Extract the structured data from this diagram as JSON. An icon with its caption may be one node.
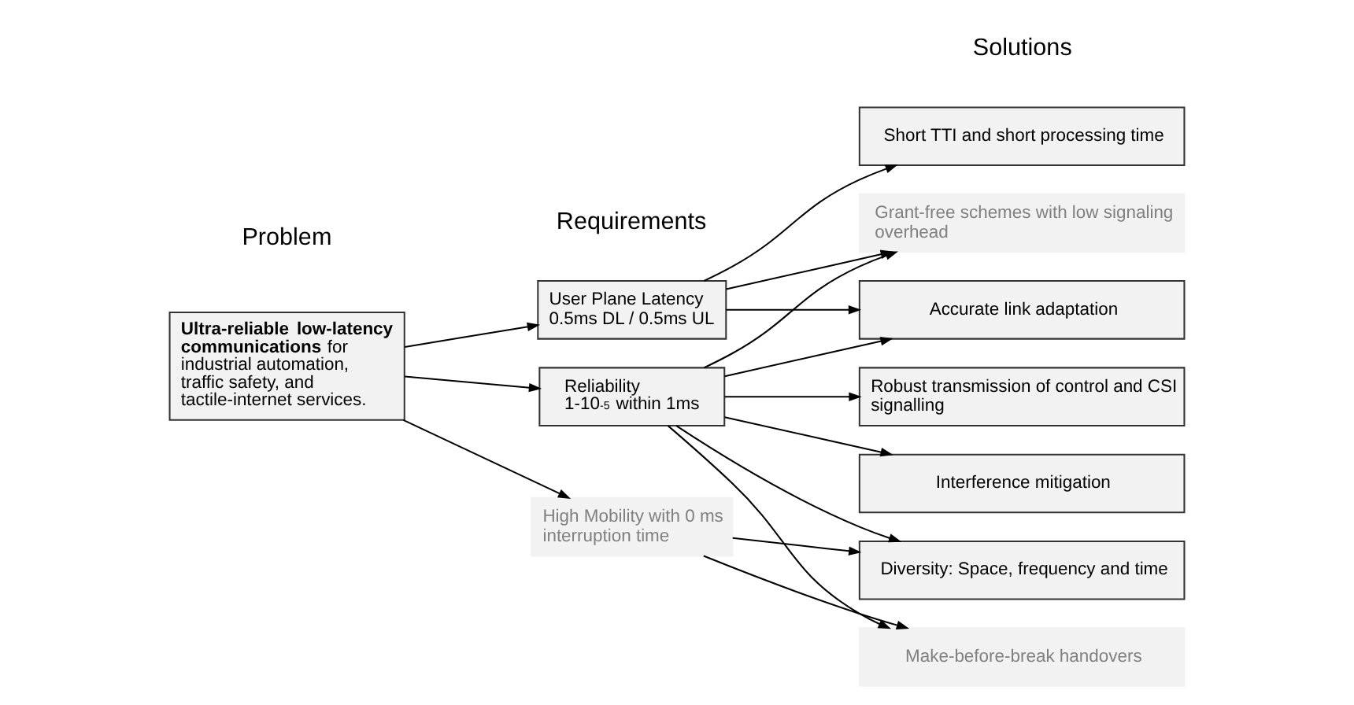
{
  "diagram": {
    "nodes": [
      {
        "text": [
          "**Ultra-reliable low-latency communications** for industrial automation, traffic safety, and tactile-internet services."
        ]
      },
      {
        "text": [
          "User Plane Latency",
          "0.5ms DL / 0.5ms UL"
        ]
      },
      {
        "text": [
          "Reliability",
          "1-10$^{-5}$ within 1ms"
        ]
      },
      {
        "text": [
          "High Mobility with 0 ms interruption time"
        ]
      },
      {
        "text": [
          "Short TTI and short processing time"
        ]
      },
      {
        "text": [
          "Grant-free schemes with low signaling overhead"
        ]
      },
      {
        "text": [
          "Accurate link adaptation"
        ]
      },
      {
        "text": [
          "Robust transmission of control and CSI signalling"
        ]
      },
      {
        "text": [
          "Interference mitigation"
        ]
      },
      {
        "text": [
          "Diversity: Space, frequency and time"
        ]
      },
      {
        "text": [
          "Make-before-break handovers"
        ]
      }
    ],
    "edges": [
      {
        "from": 0,
        "to": 1,
        "arrow": "to"
      },
      {
        "from": 0,
        "to": 2,
        "arrow": "to"
      },
      {
        "from": 0,
        "to": 3,
        "arrow": "to"
      },
      {
        "from": 1,
        "to": 4,
        "arrow": "to"
      },
      {
        "from": 1,
        "to": 5,
        "arrow": "to"
      },
      {
        "from": 1,
        "to": 6,
        "arrow": "to"
      },
      {
        "from": 2,
        "to": 5,
        "arrow": "to"
      },
      {
        "from": 2,
        "to": 6,
        "arrow": "to"
      },
      {
        "from": 2,
        "to": 7,
        "arrow": "to"
      },
      {
        "from": 2,
        "to": 8,
        "arrow": "to"
      },
      {
        "from": 2,
        "to": 9,
        "arrow": "to"
      },
      {
        "from": 2,
        "to": 10,
        "arrow": "to"
      },
      {
        "from": 3,
        "to": 9,
        "arrow": "to"
      },
      {
        "from": 3,
        "to": 10,
        "arrow": "to"
      }
    ],
    "labels": [
      "Problem",
      "Requirements",
      "Solutions"
    ]
  }
}
